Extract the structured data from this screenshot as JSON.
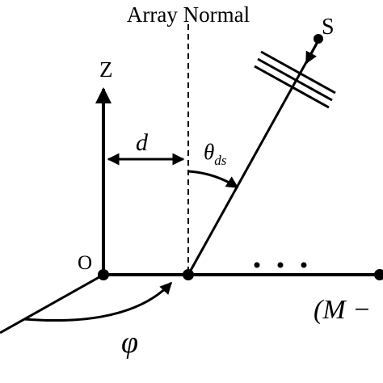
{
  "diagram": {
    "labels": {
      "array_normal": "Array Normal",
      "source": "S",
      "z_axis": "Z",
      "origin": "O",
      "spacing": "d",
      "theta": "θ",
      "theta_sub": "ds",
      "azimuth": "φ",
      "last_element": "(M −"
    },
    "colors": {
      "stroke": "#000000",
      "background": "#ffffff"
    }
  }
}
